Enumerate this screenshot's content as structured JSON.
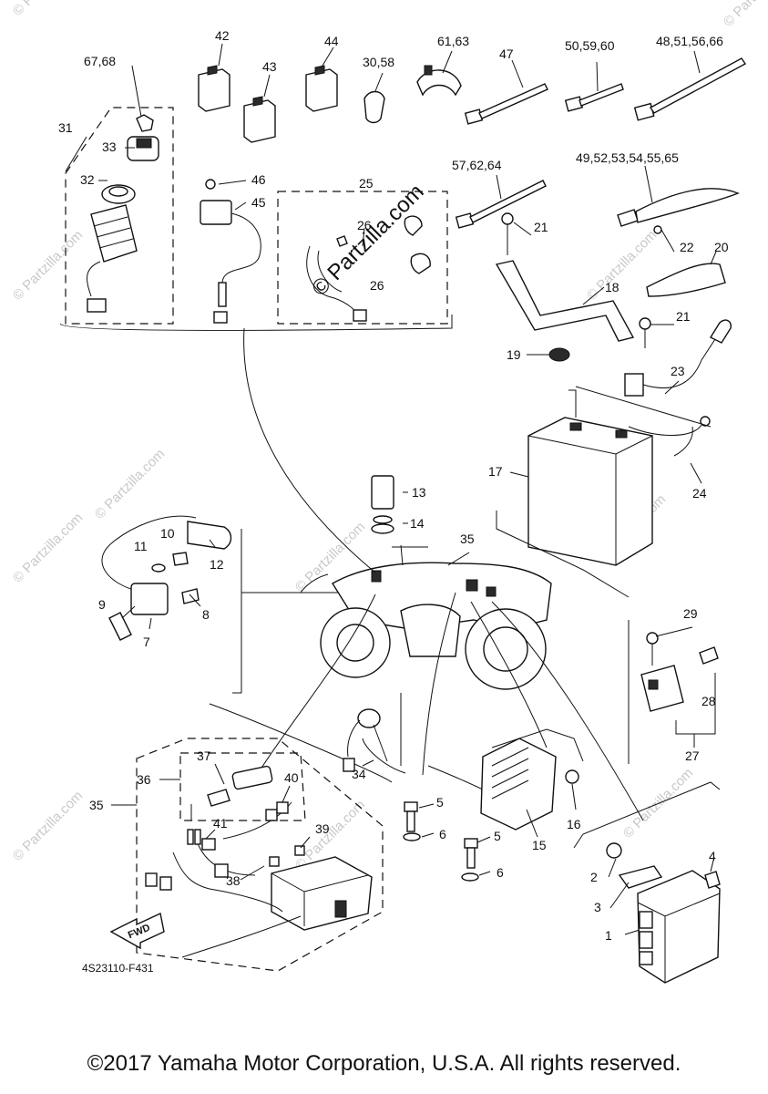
{
  "diagram": {
    "drawing_code": "4S23110-F431",
    "fwd_label": "FWD",
    "copyright": "©2017 Yamaha Motor Corporation, U.S.A. All rights reserved.",
    "watermark": "© Partzilla.com",
    "callouts": {
      "c1": "1",
      "c2": "2",
      "c3": "3",
      "c4": "4",
      "c5a": "5",
      "c5b": "5",
      "c6a": "6",
      "c6b": "6",
      "c7": "7",
      "c8": "8",
      "c9": "9",
      "c10": "10",
      "c11": "11",
      "c12": "12",
      "c13": "13",
      "c14": "14",
      "c15": "15",
      "c16": "16",
      "c17": "17",
      "c18": "18",
      "c19": "19",
      "c20": "20",
      "c21a": "21",
      "c21b": "21",
      "c22": "22",
      "c23": "23",
      "c24": "24",
      "c25": "25",
      "c26a": "26",
      "c26b": "26",
      "c27": "27",
      "c28": "28",
      "c29": "29",
      "c30_58": "30,58",
      "c31": "31",
      "c32": "32",
      "c33": "33",
      "c34": "34",
      "c35a": "35",
      "c35b": "35",
      "c36": "36",
      "c37": "37",
      "c38": "38",
      "c39": "39",
      "c40": "40",
      "c41": "41",
      "c42": "42",
      "c43": "43",
      "c44": "44",
      "c45": "45",
      "c46": "46",
      "c47": "47",
      "c48_51_56_66": "48,51,56,66",
      "c49_65": "49,52,53,54,55,65",
      "c50_59_60": "50,59,60",
      "c57_62_64": "57,62,64",
      "c61_63": "61,63",
      "c67_68": "67,68"
    }
  }
}
